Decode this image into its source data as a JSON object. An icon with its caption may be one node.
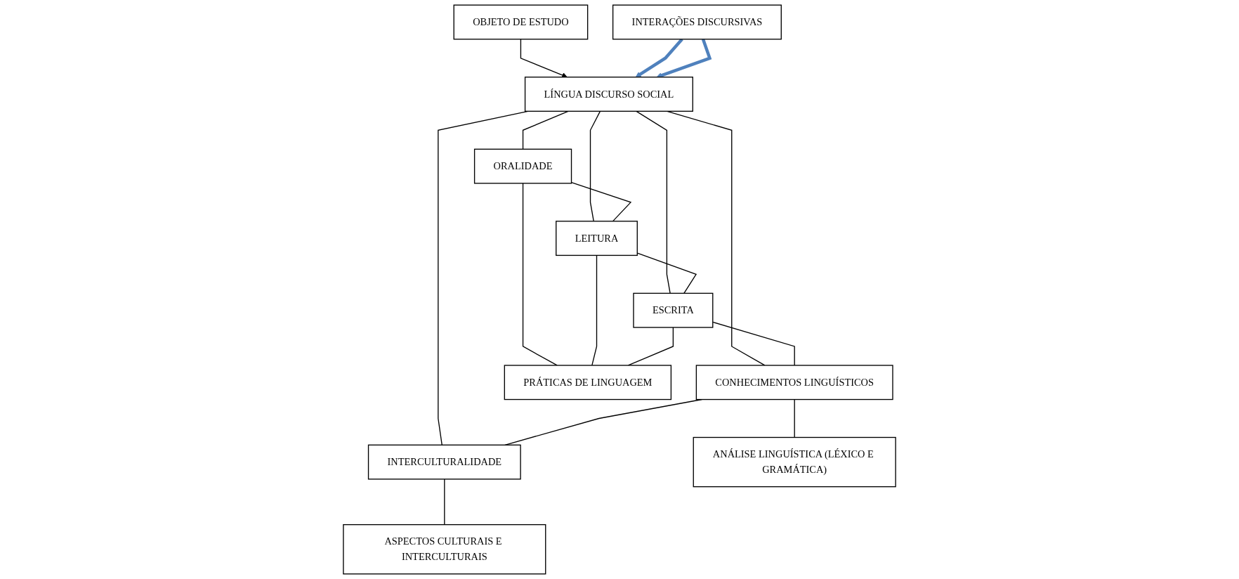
{
  "diagram": {
    "nodes": [
      {
        "text": [
          "OBJETO DE ESTUDO"
        ]
      },
      {
        "text": [
          "LÍNGUA DISCURSO SOCIAL"
        ]
      },
      {
        "text": [
          "ORALIDADE"
        ]
      },
      {
        "text": [
          "LEITURA"
        ]
      },
      {
        "text": [
          "ESCRITA"
        ]
      },
      {
        "text": [
          "CONHECIMENTOS LINGUÍSTICOS"
        ]
      },
      {
        "text": [
          "INTERCULTURALIDADE"
        ]
      },
      {
        "text": [
          "PRÁTICAS DE LINGUAGEM"
        ]
      },
      {
        "text": [
          "ANÁLISE LINGUÍSTICA (LÉXICO E GRAMÁTICA)"
        ]
      },
      {
        "text": [
          "ASPECTOS CULTURAIS E INTERCULTURAIS"
        ]
      },
      {
        "text": [
          "INTERAÇÕES DISCURSIVAS"
        ]
      }
    ],
    "edges": [
      {
        "from": 0,
        "to": 1,
        "arrow": "to"
      },
      {
        "from": 1,
        "to": 2,
        "arrow": "none"
      },
      {
        "from": 1,
        "to": 3,
        "arrow": "none"
      },
      {
        "from": 1,
        "to": 4,
        "arrow": "none"
      },
      {
        "from": 1,
        "to": 5,
        "arrow": "none"
      },
      {
        "from": 1,
        "to": 6,
        "arrow": "none"
      },
      {
        "from": 2,
        "to": 3,
        "arrow": "none"
      },
      {
        "from": 3,
        "to": 4,
        "arrow": "none"
      },
      {
        "from": 4,
        "to": 5,
        "arrow": "none"
      },
      {
        "from": 5,
        "to": 6,
        "arrow": "none"
      },
      {
        "from": 2,
        "to": 7,
        "arrow": "none"
      },
      {
        "from": 3,
        "to": 7,
        "arrow": "none"
      },
      {
        "from": 4,
        "to": 7,
        "arrow": "none"
      },
      {
        "from": 5,
        "to": 8,
        "arrow": "none"
      },
      {
        "from": 6,
        "to": 9,
        "arrow": "none"
      },
      {
        "from": 10,
        "to": 1,
        "arrow": "to",
        "style": "thick",
        "color": "#4f81bd"
      },
      {
        "from": 10,
        "to": 1,
        "arrow": "to",
        "style": "thick",
        "color": "#4f81bd"
      }
    ]
  }
}
